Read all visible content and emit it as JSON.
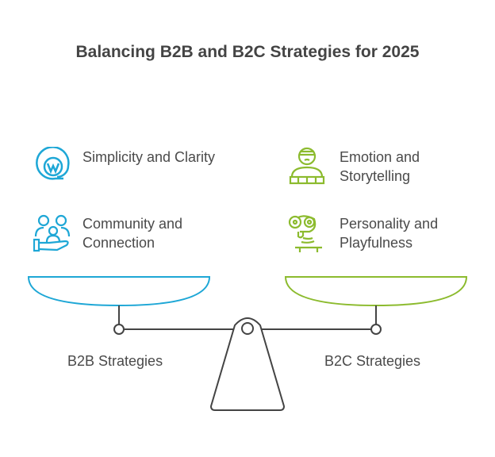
{
  "title": "Balancing B2B and B2C Strategies for 2025",
  "left": {
    "label": "B2B Strategies",
    "color": "#1ea7d6",
    "items": [
      {
        "text": "Simplicity and Clarity",
        "icon": "at-sign-w-icon"
      },
      {
        "text": "Community and Connection",
        "icon": "community-hand-icon"
      }
    ]
  },
  "right": {
    "label": "B2C Strategies",
    "color": "#8cbb2e",
    "items": [
      {
        "text": "Emotion and Storytelling",
        "icon": "storyteller-icon"
      },
      {
        "text": "Personality and Playfulness",
        "icon": "playful-character-icon"
      }
    ]
  }
}
